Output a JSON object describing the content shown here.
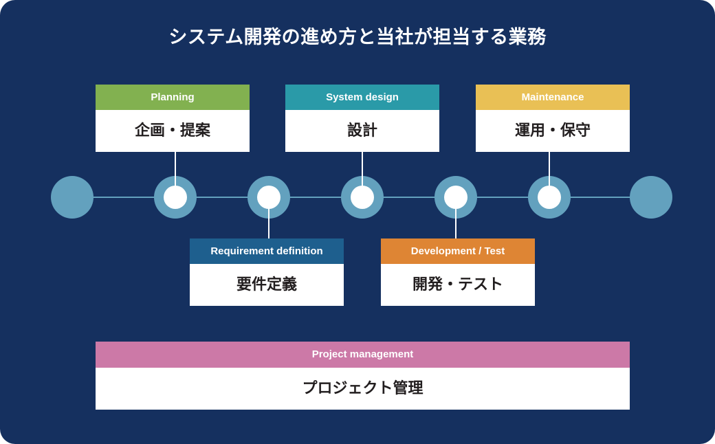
{
  "title": "システム開発の進め方と当社が担当する業務",
  "colors": {
    "background": "#15305f",
    "timeline": "#63a1be",
    "planning": "#82b150",
    "requirement": "#1e5f8e",
    "system_design": "#2a9aa8",
    "development": "#de8534",
    "maintenance": "#e9c055",
    "project_management": "#cc79a7"
  },
  "timeline": {
    "node_count": 7,
    "endpoints": 2
  },
  "phases": [
    {
      "key": "planning",
      "label_en": "Planning",
      "label_ja": "企画・提案",
      "position": "top",
      "node": 1
    },
    {
      "key": "requirement",
      "label_en": "Requirement definition",
      "label_ja": "要件定義",
      "position": "bottom",
      "node": 2
    },
    {
      "key": "system_design",
      "label_en": "System design",
      "label_ja": "設計",
      "position": "top",
      "node": 3
    },
    {
      "key": "development",
      "label_en": "Development / Test",
      "label_ja": "開発・テスト",
      "position": "bottom",
      "node": 4
    },
    {
      "key": "maintenance",
      "label_en": "Maintenance",
      "label_ja": "運用・保守",
      "position": "top",
      "node": 5
    }
  ],
  "project_management": {
    "label_en": "Project management",
    "label_ja": "プロジェクト管理"
  }
}
